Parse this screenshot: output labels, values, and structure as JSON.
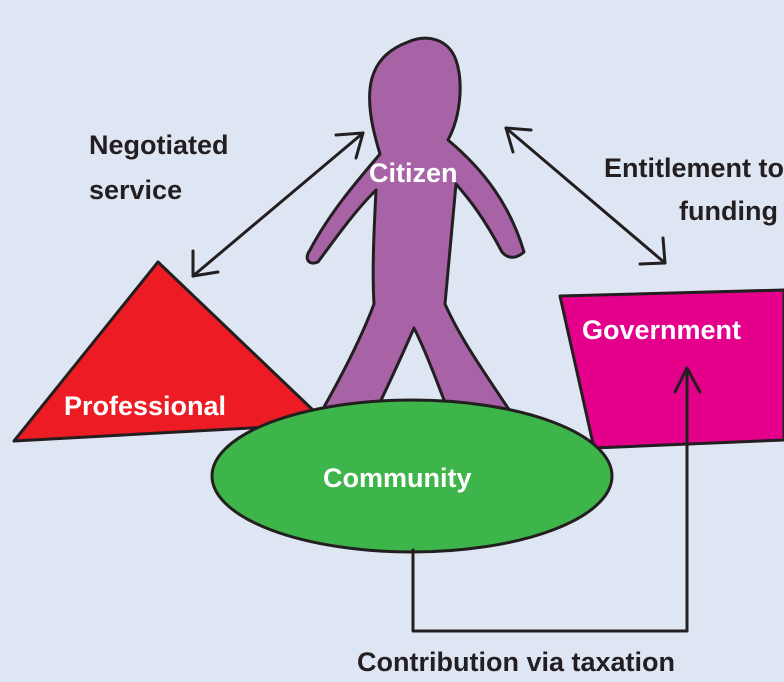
{
  "nodes": {
    "citizen": {
      "label": "Citizen",
      "color": "#a862a6"
    },
    "professional": {
      "label": "Professional",
      "color": "#ed1c24"
    },
    "government": {
      "label": "Government",
      "color": "#e5008c"
    },
    "community": {
      "label": "Community",
      "color": "#3db54a"
    }
  },
  "edges": {
    "negotiated_service": {
      "line1": "Negotiated",
      "line2": "service"
    },
    "entitlement": {
      "line1": "Entitlement to",
      "line2": "funding"
    },
    "contribution": {
      "label": "Contribution via taxation"
    }
  },
  "colors": {
    "background": "#dfe6f3",
    "outline": "#231f20",
    "text_dark": "#231f20",
    "text_light": "#ffffff"
  }
}
